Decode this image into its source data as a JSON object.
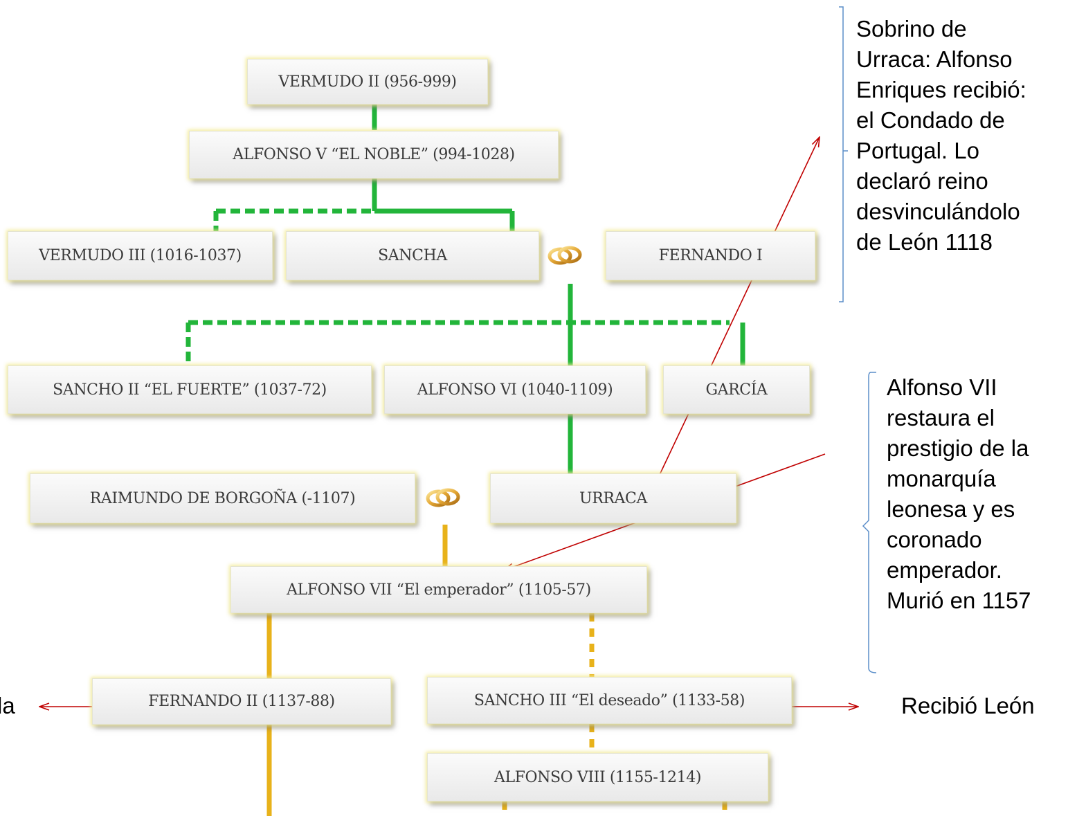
{
  "nodes": {
    "vermudo_ii": "VERMUDO II (956-999)",
    "alfonso_v": "ALFONSO V “EL NOBLE” (994-1028)",
    "vermudo_iii": "VERMUDO III (1016-1037)",
    "sancha": "SANCHA",
    "fernando_i": "FERNANDO I",
    "sancho_ii": "SANCHO II “EL FUERTE” (1037-72)",
    "alfonso_vi": "ALFONSO VI (1040-1109)",
    "garcia": "GARCÍA",
    "raimundo": "RAIMUNDO DE BORGOÑA (-1107)",
    "urraca": "URRACA",
    "alfonso_vii": "ALFONSO VII “El emperador” (1105-57)",
    "fernando_ii": "FERNANDO II (1137-88)",
    "sancho_iii": "SANCHO III “El deseado” (1133-58)",
    "alfonso_viii": "ALFONSO VIII (1155-1214)"
  },
  "annotations": {
    "sobrino": [
      "Sobrino de",
      "Urraca: Alfonso",
      "Enriques recibió:",
      "el Condado de",
      "Portugal. Lo",
      "declaró reino",
      "desvinculándolo",
      "de León  1118"
    ],
    "alfonso_vii_note": [
      "Alfonso VII",
      "restaura el",
      "prestigio de la",
      "monarquía",
      "leonesa y es",
      "coronado",
      "emperador.",
      "Murió en 1157"
    ],
    "left_edge": "la",
    "recibio": "Recibió León"
  },
  "colors": {
    "green_line": "#22b53a",
    "yellow_line": "#e8b21a",
    "arrow": "#c00000",
    "bracket": "#5b8ec9"
  }
}
